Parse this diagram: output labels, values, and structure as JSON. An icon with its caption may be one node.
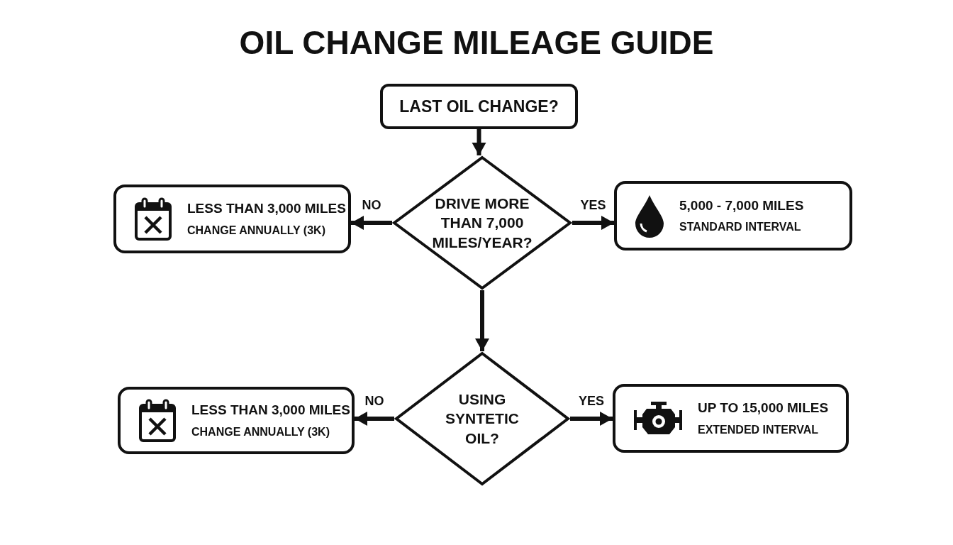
{
  "diagram": {
    "title": "OIL CHANGE MILEAGE GUIDE",
    "nodes": [
      {
        "text": [
          "LAST OIL CHANGE?"
        ]
      },
      {
        "text": [
          "DRIVE MORE THAN 7,000 MILES/YEAR?"
        ]
      },
      {
        "text": [
          "LESS THAN 3,000 MILES",
          "CHANGE ANNUALLY (3K)"
        ]
      },
      {
        "text": [
          "5,000 - 7,000 MILES",
          "STANDARD INTERVAL"
        ]
      },
      {
        "text": [
          "USING SYNTETIC OIL?"
        ]
      },
      {
        "text": [
          "LESS THAN 3,000 MILES",
          "CHANGE ANNUALLY (3K)"
        ]
      },
      {
        "text": [
          "UP TO 15,000 MILES",
          "EXTENDED INTERVAL"
        ]
      }
    ],
    "edges": [
      {
        "from": 0,
        "to": 1,
        "arrow": "to"
      },
      {
        "from": 1,
        "to": 2,
        "arrow": "to",
        "label": "NO"
      },
      {
        "from": 1,
        "to": 3,
        "arrow": "to",
        "label": "YES"
      },
      {
        "from": 1,
        "to": 4,
        "arrow": "to"
      },
      {
        "from": 4,
        "to": 5,
        "arrow": "to",
        "label": "NO"
      },
      {
        "from": 4,
        "to": 6,
        "arrow": "to",
        "label": "YES"
      }
    ]
  }
}
